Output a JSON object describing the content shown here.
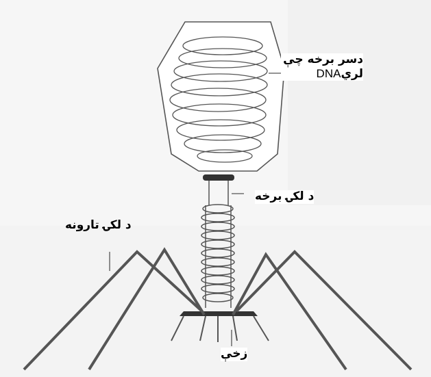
{
  "labels": {
    "head_dna_line1": "دسر برخه چې",
    "head_dna_line2_pre": "لري",
    "head_dna_line2_dna": "DNA",
    "collar": "د لکۍ برخه",
    "tail_fibers": "د لکۍ تارونه",
    "base_plate": "زخې"
  },
  "colors": {
    "stroke": "#444444",
    "background": "#ffffff"
  }
}
